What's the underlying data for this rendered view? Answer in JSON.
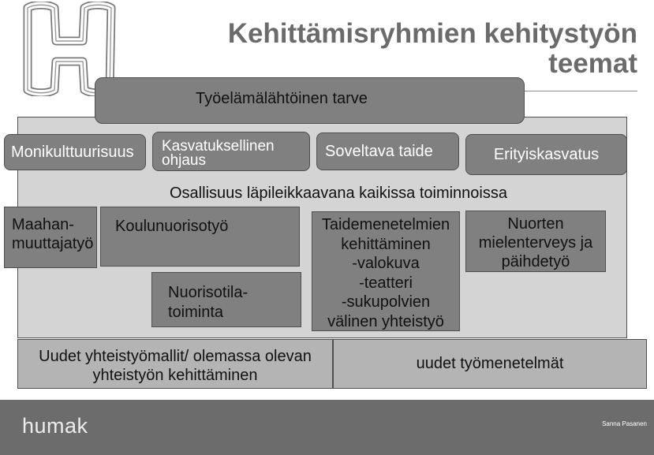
{
  "logo": {
    "icon": "h-letter-logo-icon"
  },
  "slide": {
    "title_lines": [
      "Kehittämisryhmien kehitystyön",
      "teemat"
    ]
  },
  "diagram": {
    "need": "Työelämälähtöinen tarve",
    "themes": [
      {
        "lines": [
          "Monikulttuurisuus"
        ]
      },
      {
        "lines": [
          "Kasvatuksellinen",
          "ohjaus"
        ]
      },
      {
        "lines": [
          "Soveltava taide"
        ]
      },
      {
        "lines": [
          "Erityiskasvatus"
        ]
      }
    ],
    "crosscutting": "Osallisuus läpileikkaavana kaikissa toiminnoissa",
    "areas": [
      {
        "lines": [
          "Maahan-",
          "muuttajatyö"
        ]
      },
      {
        "lines": [
          "Koulunuorisotyö"
        ]
      },
      {
        "lines": [
          "Nuorisotila-",
          "toiminta"
        ]
      },
      {
        "lines": [
          "Taidemenetelmien",
          "kehittäminen",
          "-valokuva",
          "-teatteri",
          "-sukupolvien",
          "välinen yhteistyö"
        ]
      },
      {
        "lines": [
          "Nuorten",
          "mielenterveys ja",
          "päihdetyö"
        ]
      }
    ],
    "development": [
      {
        "lines": [
          "Uudet yhteistyömallit/ olemassa olevan",
          "yhteistyön kehittäminen"
        ]
      },
      {
        "lines": [
          "uudet työmenetelmät"
        ]
      }
    ]
  },
  "footer": {
    "brand": "humak",
    "author": "Sanna Pasanen"
  },
  "colors": {
    "title": "#6b6b6b",
    "box": "#808080",
    "border": "#4f4f4f",
    "panel": "#d4d4d4",
    "light_box": "#b4b4b4",
    "footer": "#6c6c6c",
    "theme_text": "#ffffff",
    "text": "#111111",
    "footer_text": "#ececec",
    "logo_line": "#7a7a7a"
  }
}
